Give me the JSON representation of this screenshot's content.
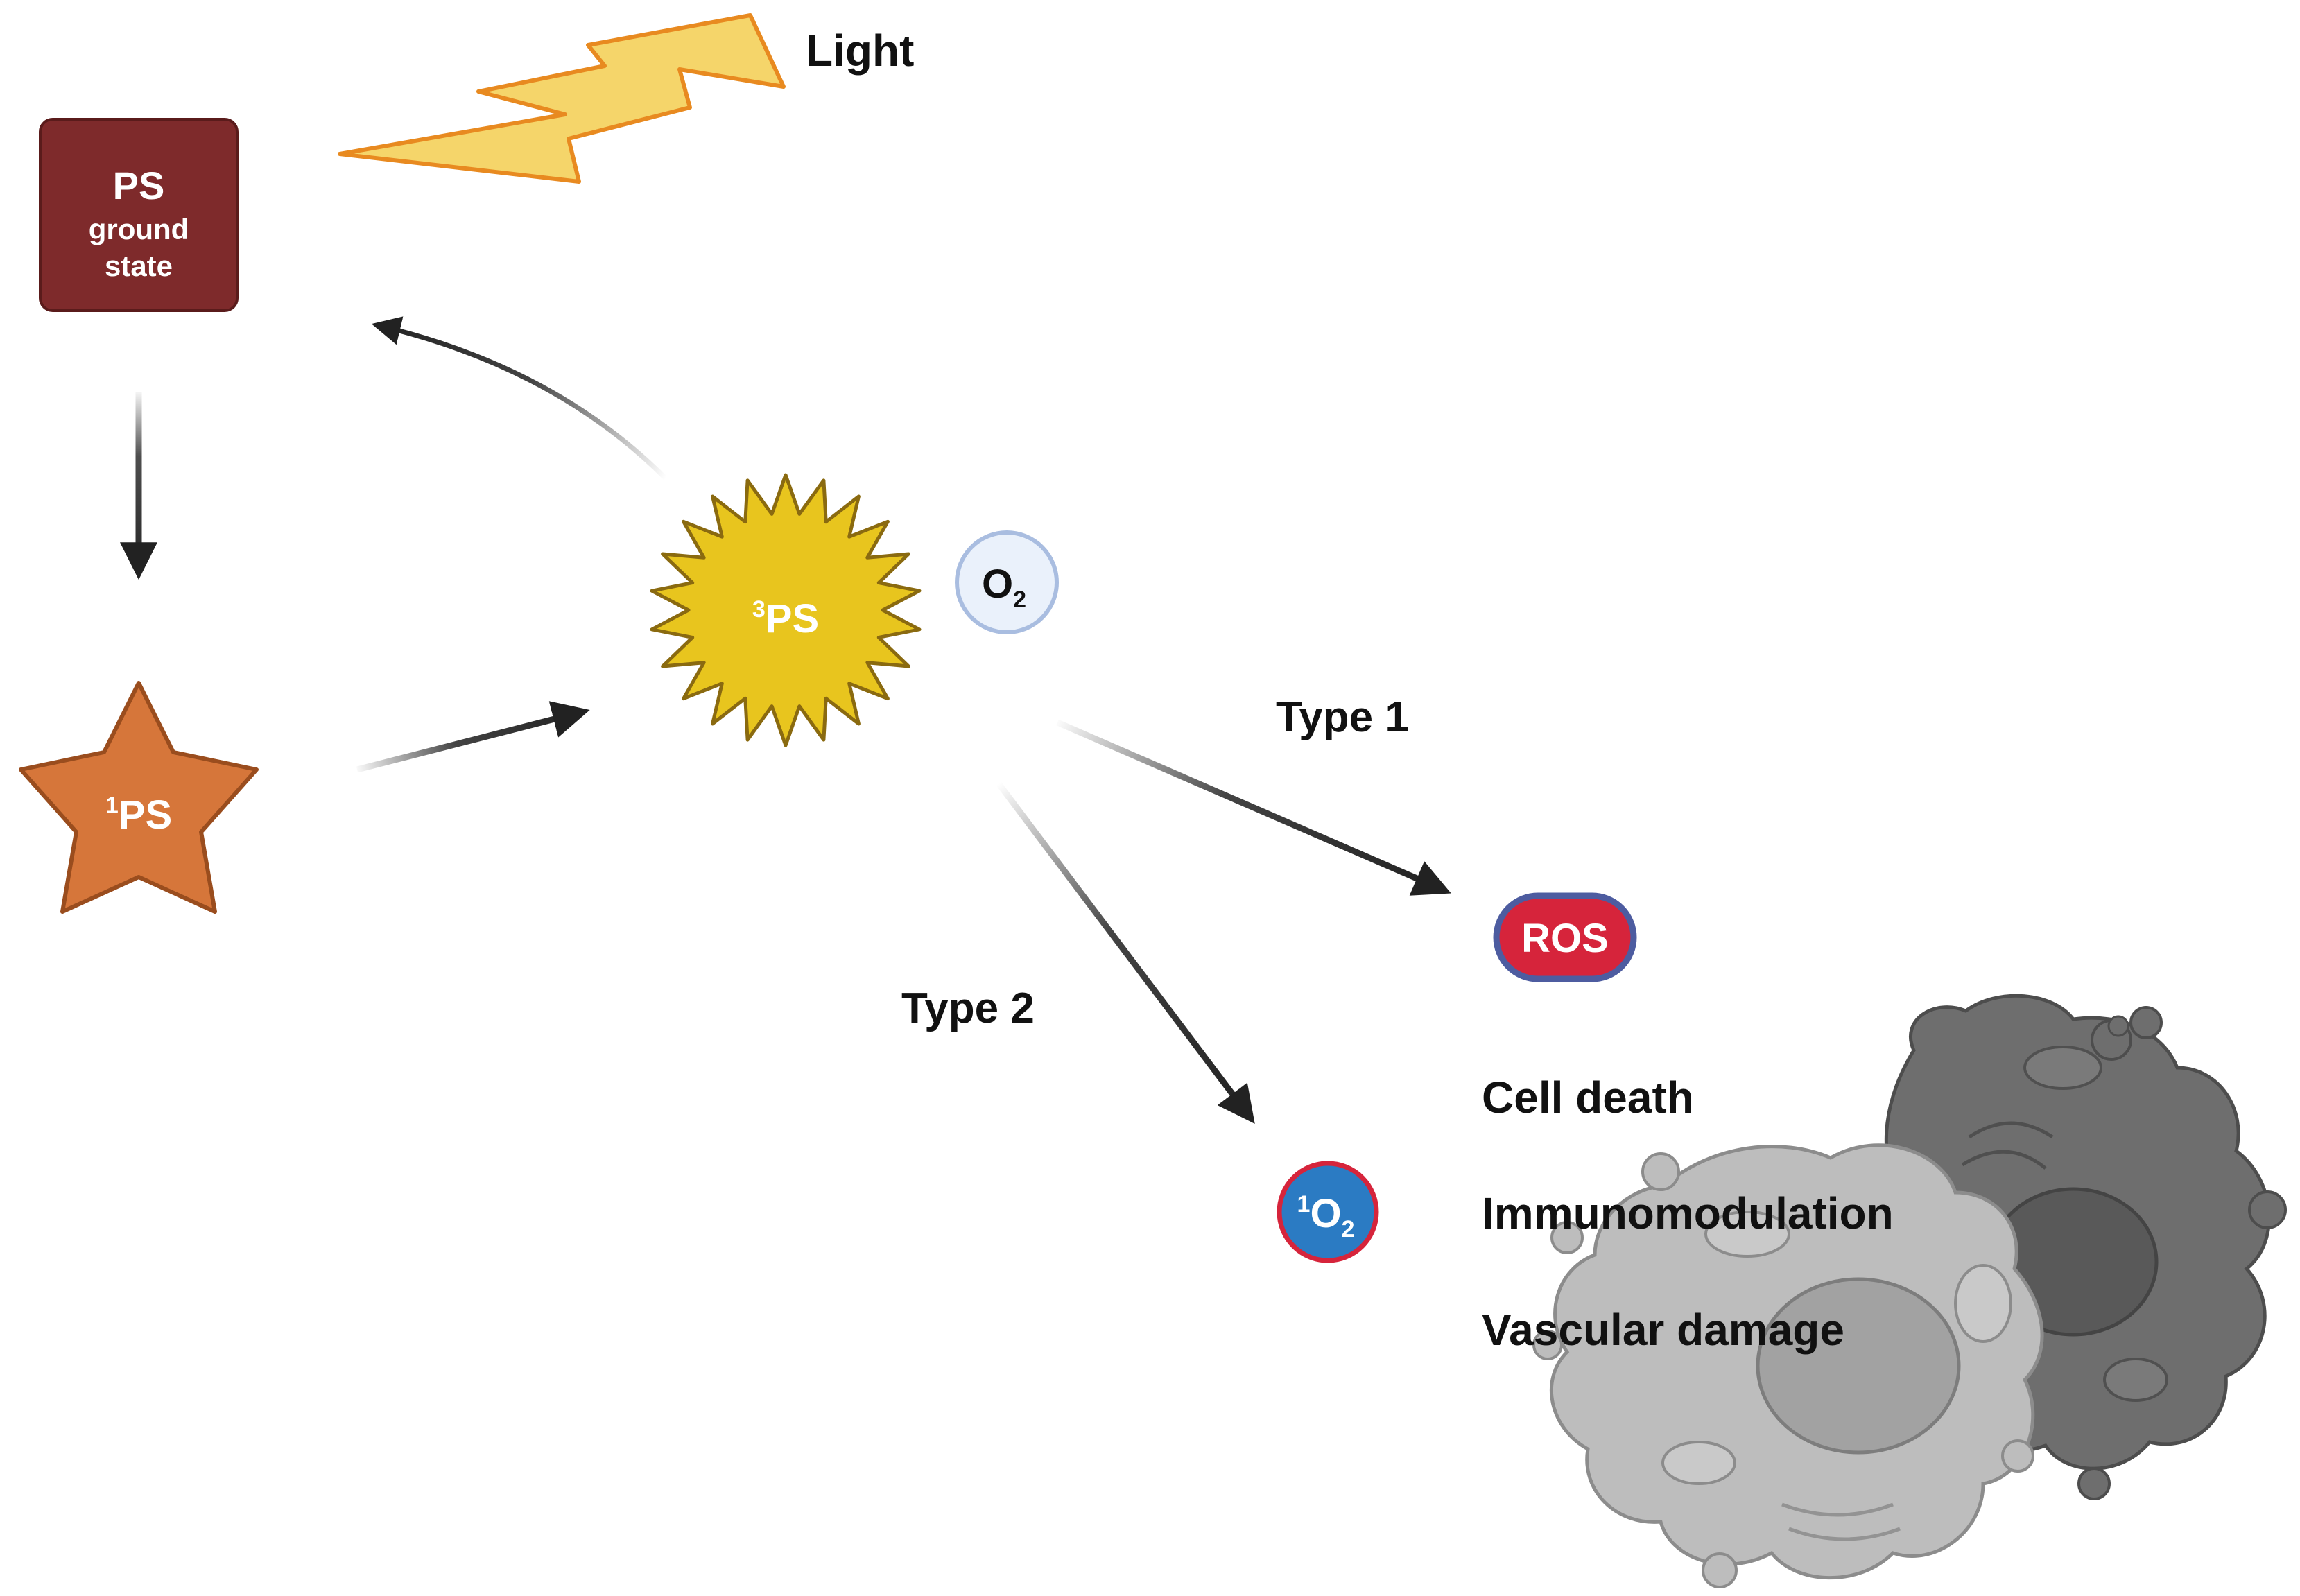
{
  "labels": {
    "light": "Light",
    "ps_ground": "PS",
    "ps_ground_line2": "ground",
    "ps_ground_line3": "state",
    "singlet_ps_sup": "1",
    "singlet_ps": "PS",
    "triplet_ps_sup": "3",
    "triplet_ps": "PS",
    "oxygen": "O",
    "oxygen_sub": "2",
    "type1": "Type 1",
    "type2": "Type 2",
    "ros": "ROS",
    "singlet_o2_sup": "1",
    "singlet_o2": "O",
    "singlet_o2_sub": "2",
    "outcome1": "Cell death",
    "outcome2": "Immunomodulation",
    "outcome3": "Vascular damage"
  },
  "colors": {
    "ps_ground_fill": "#7e2a2b",
    "singlet_star_fill": "#d6763a",
    "triplet_sun_fill": "#e8c51e",
    "lightning_fill": "#f5d56a",
    "lightning_stroke": "#e88a20",
    "oxygen_fill": "#eaf1fb",
    "ros_fill": "#d6243b",
    "ros_stroke": "#4d5ca0",
    "singlet_o2_fill": "#2b7bc3",
    "singlet_o2_stroke": "#d6243b",
    "arrow": "#222222"
  }
}
